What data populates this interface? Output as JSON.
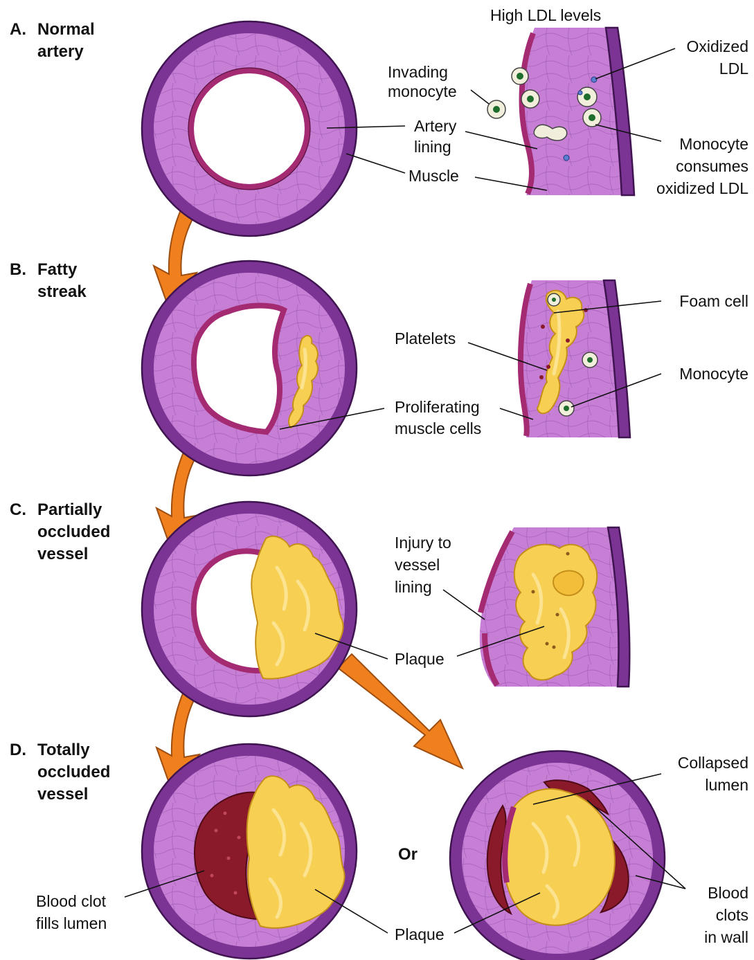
{
  "stages": {
    "a_letter": "A.",
    "a_line1": "Normal",
    "a_line2": "artery",
    "b_letter": "B.",
    "b_line1": "Fatty",
    "b_line2": "streak",
    "c_letter": "C.",
    "c_line1": "Partially",
    "c_line2": "occluded",
    "c_line3": "vessel",
    "d_letter": "D.",
    "d_line1": "Totally",
    "d_line2": "occluded",
    "d_line3": "vessel"
  },
  "labels": {
    "high_ldl": "High LDL levels",
    "invading_1": "Invading",
    "invading_2": "monocyte",
    "artery_lining_1": "Artery",
    "artery_lining_2": "lining",
    "muscle": "Muscle",
    "oxidized_1": "Oxidized",
    "oxidized_2": "LDL",
    "consumes_1": "Monocyte",
    "consumes_2": "consumes",
    "consumes_3": "oxidized LDL",
    "foam_cell": "Foam cell",
    "platelets": "Platelets",
    "monocyte": "Monocyte",
    "prolif_1": "Proliferating",
    "prolif_2": "muscle cells",
    "injury_1": "Injury to",
    "injury_2": "vessel",
    "injury_3": "lining",
    "plaque_c": "Plaque",
    "or": "Or",
    "collapsed_1": "Collapsed",
    "collapsed_2": "lumen",
    "clot_fills_1": "Blood clot",
    "clot_fills_2": "fills lumen",
    "plaque_d": "Plaque",
    "clots_wall_1": "Blood",
    "clots_wall_2": "clots",
    "clots_wall_3": "in wall"
  },
  "colors": {
    "muscle": "#c77fd6",
    "adventitia": "#7b3494",
    "lining": "#a42a72",
    "plaque": "#f7cf52",
    "blood_clot": "#8a1a2a",
    "arrow": "#f07f1e"
  }
}
